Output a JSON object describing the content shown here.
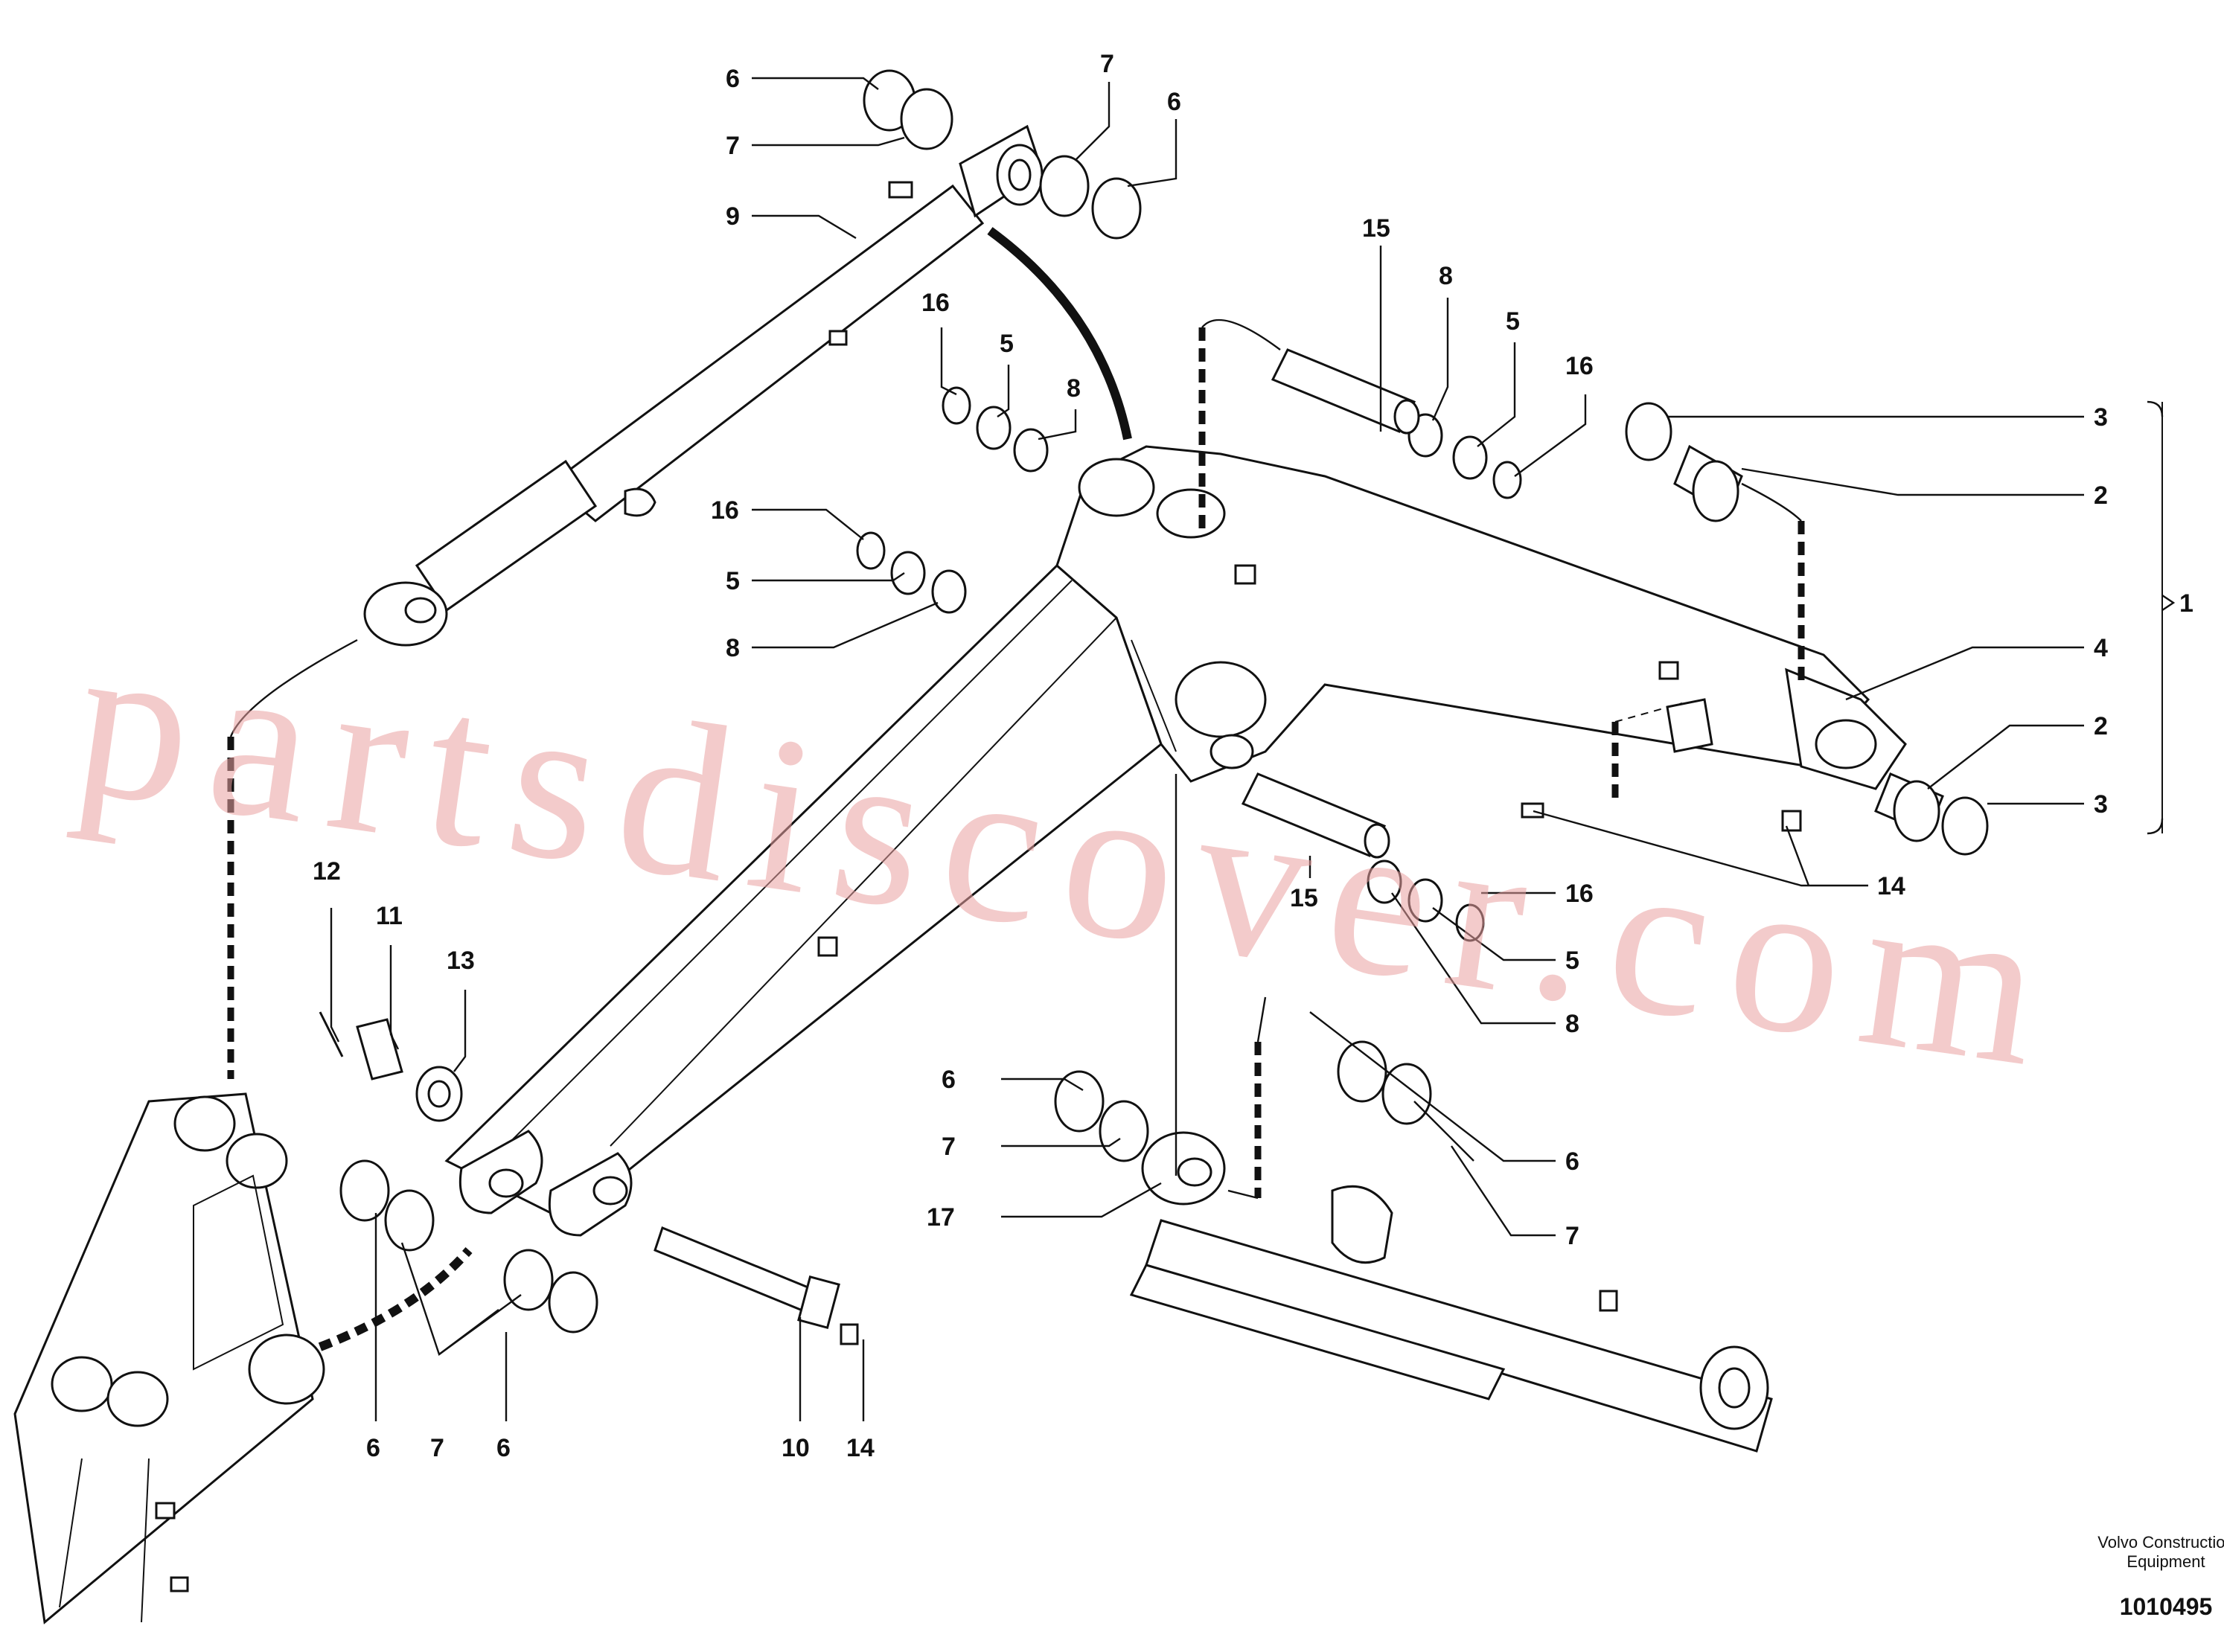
{
  "watermark": "partsdiscover.com",
  "brand": {
    "line1": "Volvo Construction",
    "line2": "Equipment"
  },
  "drawing_number": "1010495",
  "callouts": [
    {
      "text": "6"
    },
    {
      "text": "7"
    },
    {
      "text": "9"
    },
    {
      "text": "7"
    },
    {
      "text": "6"
    },
    {
      "text": "16"
    },
    {
      "text": "5"
    },
    {
      "text": "8"
    },
    {
      "text": "16"
    },
    {
      "text": "5"
    },
    {
      "text": "8"
    },
    {
      "text": "15"
    },
    {
      "text": "8"
    },
    {
      "text": "5"
    },
    {
      "text": "16"
    },
    {
      "text": "3"
    },
    {
      "text": "2"
    },
    {
      "text": "1"
    },
    {
      "text": "4"
    },
    {
      "text": "2"
    },
    {
      "text": "3"
    },
    {
      "text": "14"
    },
    {
      "text": "15"
    },
    {
      "text": "16"
    },
    {
      "text": "5"
    },
    {
      "text": "8"
    },
    {
      "text": "12"
    },
    {
      "text": "11"
    },
    {
      "text": "13"
    },
    {
      "text": "6"
    },
    {
      "text": "7"
    },
    {
      "text": "17"
    },
    {
      "text": "6"
    },
    {
      "text": "7"
    },
    {
      "text": "6"
    },
    {
      "text": "7"
    },
    {
      "text": "6"
    },
    {
      "text": "10"
    },
    {
      "text": "14"
    }
  ]
}
